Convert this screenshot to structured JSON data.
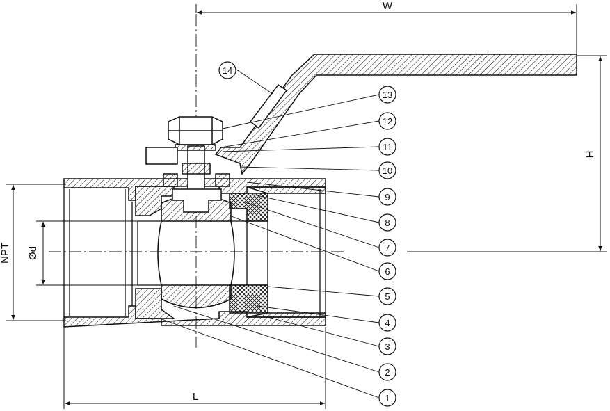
{
  "dimensions": {
    "w": "W",
    "h": "H",
    "l": "L",
    "npt": "NPT",
    "od": "Ød"
  },
  "balloons": [
    {
      "n": "1"
    },
    {
      "n": "2"
    },
    {
      "n": "3"
    },
    {
      "n": "4"
    },
    {
      "n": "5"
    },
    {
      "n": "6"
    },
    {
      "n": "7"
    },
    {
      "n": "8"
    },
    {
      "n": "9"
    },
    {
      "n": "10"
    },
    {
      "n": "11"
    },
    {
      "n": "12"
    },
    {
      "n": "13"
    },
    {
      "n": "14"
    }
  ],
  "colors": {
    "line": "#111111",
    "background": "#ffffff"
  }
}
